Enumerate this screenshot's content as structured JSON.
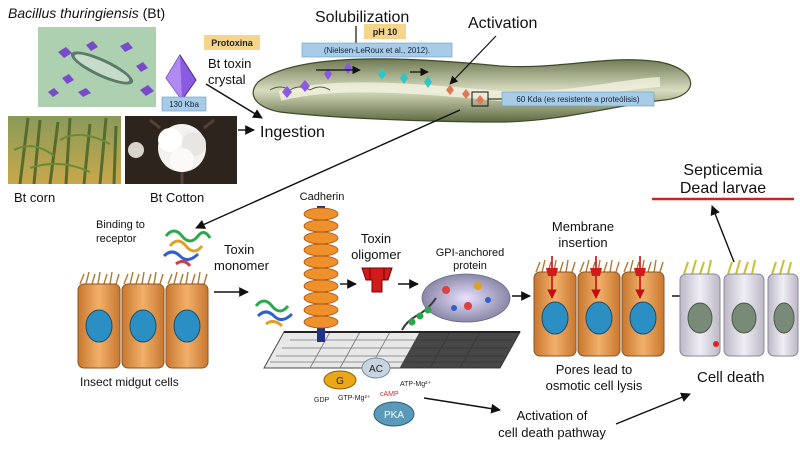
{
  "title": {
    "species": "Bacillus thuringiensis",
    "abbr": " (Bt)"
  },
  "labels": {
    "protoxina": "Protoxina",
    "crystal_line1": "Bt toxin",
    "crystal_line2": "crystal",
    "kda130": "130 Kba",
    "solubilization": "Solubilization",
    "ph": "pH 10",
    "citation": "(Nielsen-LeRoux et al., 2012).",
    "activation": "Activation",
    "kda60": "60 Kda (es resistente a proteólisis)",
    "ingestion": "Ingestion",
    "bt_corn": "Bt corn",
    "bt_cotton": "Bt Cotton",
    "septicemia": "Septicemia",
    "dead_larvae": "Dead larvae",
    "binding_line1": "Binding to",
    "binding_line2": "receptor",
    "monomer_line1": "Toxin",
    "monomer_line2": "monomer",
    "cadherin": "Cadherin",
    "oligomer_line1": "Toxin",
    "oligomer_line2": "oligomer",
    "gpi_line1": "GPI-anchored",
    "gpi_line2": "protein",
    "membrane_line1": "Membrane",
    "membrane_line2": "insertion",
    "midgut": "Insect midgut cells",
    "g": "G",
    "gdp": "GDP",
    "gtp": "GTP-Mg²⁺",
    "ac": "AC",
    "atp": "ATP-Mg²⁺",
    "camp": "cAMP",
    "pka": "PKA",
    "pores_line1": "Pores lead to",
    "pores_line2": "osmotic cell lysis",
    "cell_death": "Cell death",
    "pathway_line1": "Activation of",
    "pathway_line2": "cell death pathway"
  },
  "colors": {
    "cell_orange": "#e8a058",
    "nucleus": "#2b8fc4",
    "label_box": "#a8cce8",
    "protoxina_box": "#f5d58a",
    "cadherin": "#f0902a",
    "oligomer": "#d11a1a",
    "underline": "#cc2222"
  }
}
